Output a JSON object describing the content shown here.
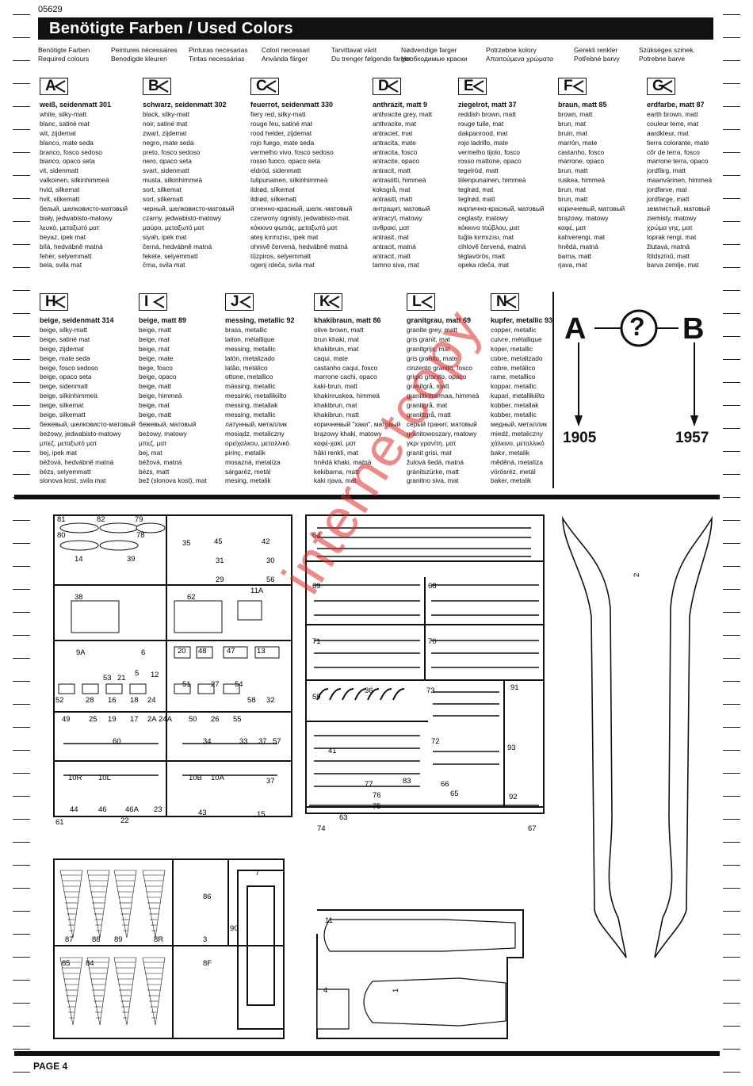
{
  "doc_code": "05629",
  "title": "Benötigte Farben / Used Colors",
  "page_label": "PAGE 4",
  "languages": [
    [
      "Benötigte Farben",
      "Required colours"
    ],
    [
      "Peintures nécessaires",
      "Benodigde kleuren"
    ],
    [
      "Pinturas necesarias",
      "Tintas necessárias"
    ],
    [
      "Colori necessari",
      "Använda färger"
    ],
    [
      "Tarvittavat värit",
      "Du trenger følgende farger"
    ],
    [
      "Nødvendige farger",
      "Необходимые краски"
    ],
    [
      "Potrzebne kolory",
      "Απαιτούμενα χρώματα"
    ],
    [
      "Gerekli renkler",
      "Potřebné barvy"
    ],
    [
      "Szükséges színek.",
      "Potrebne barve"
    ]
  ],
  "colors_row1": [
    {
      "letter": "A",
      "main": "weiß, seidenmatt 301",
      "lines": [
        "white, silky-matt",
        "blanc, satiné mat",
        "wit, zijdemat",
        "blanco, mate seda",
        "branco, fosco sedoso",
        "bianco, opaco seta",
        "vit, sidenmatt",
        "valkoinen, silkinhimmeä",
        "hvid, silkemat",
        "hvit, silkematt",
        "белый, шелковисто-матовый",
        "biały, jedwabisto-matowy",
        "λευκό, μεταξωτό ματ",
        "beyaz, ipek mat",
        "bílá, hedvábně matná",
        "fehér, selyemmatt",
        "bela, svila mat"
      ]
    },
    {
      "letter": "B",
      "main": "schwarz, seidenmatt 302",
      "lines": [
        "black, silky-matt",
        "noir, satiné mat",
        "zwart, zijdemat",
        "negro, mate seda",
        "preto, fosco sedoso",
        "nero, opaco seta",
        "svart, sidenmatt",
        "musta, silkinhimmeä",
        "sort, silkemat",
        "sort, silkematt",
        "черный, шелковисто-матовый",
        "czarny, jedwabisto-matowy",
        "μαύρο, μεταξωτό ματ",
        "siyah, ipek mat",
        "černá, hedvábně matná",
        "fekete, selyemmatt",
        "črna, svila mat"
      ]
    },
    {
      "letter": "C",
      "main": "feuerrot, seidenmatt 330",
      "lines": [
        "fiery red, silky-matt",
        "rouge feu, satiné mat",
        "rood helder, zijdemat",
        "rojo fuego, mate seda",
        "vermelho vivo, fosco sedoso",
        "rosso fuoco, opaco seta",
        "eldröd, sidenmatt",
        "tulipunainen, silkinhimmeä",
        "ildrød, silkemat",
        "ildrød, silkematt",
        "огненно-красный, шелк.-матовый",
        "czerwony ognisty, jedwabisto-mat.",
        "κόκκινο φωτιάς, μεταξωτό ματ",
        "ateş kırmızısı, ipek mat",
        "ohnivě červená, hedvábně matná",
        "tűzpiros, selyemmatt",
        "ogenj rdeča, svila mat"
      ]
    },
    {
      "letter": "D",
      "main": "anthrazit, matt 9",
      "lines": [
        "anthracite grey, matt",
        "anthracite, mat",
        "antraciet, mat",
        "antracita, mate",
        "antracita, fosco",
        "antracite, opaco",
        "antracit, matt",
        "antrasiitti, himmeä",
        "koksgrå, mat",
        "antrasitt, matt",
        "антрацит, матовый",
        "antracyt, matowy",
        "ανθρακί, ματ",
        "antrasit, mat",
        "antracit, matná",
        "antracit, matt",
        "tamno siva, mat"
      ]
    },
    {
      "letter": "E",
      "main": "ziegelrot, matt 37",
      "lines": [
        "reddish brown, matt",
        "rouge tuile, mat",
        "dakpanrood, mat",
        "rojo ladrillo, mate",
        "vermelho tijolo, fosco",
        "rosso mattone, opaco",
        "tegelröd, matt",
        "tiilenpunainen, himmeä",
        "teglrød, mat",
        "teglrød, matt",
        "кирпично-красный, матовый",
        "ceglasty, matowy",
        "κόκκινο τούβλου, ματ",
        "tuğla kırmızısı, mat",
        "cihlově červená, matná",
        "téglavörös, matt",
        "opeka rdeča, mat"
      ]
    },
    {
      "letter": "F",
      "main": "braun, matt 85",
      "lines": [
        "brown, matt",
        "brun, mat",
        "bruin, mat",
        "marrón, mate",
        "castanho, fosco",
        "marrone, opaco",
        "brun, matt",
        "ruskea, himmeä",
        "brun, mat",
        "brun, matt",
        "коричневый, матовый",
        "brązowy, matowy",
        "καφέ, ματ",
        "kahverengi, mat",
        "hnědá, matná",
        "barna, matt",
        "rjava, mat"
      ]
    },
    {
      "letter": "G",
      "main": "erdfarbe, matt 87",
      "lines": [
        "earth brown, matt",
        "couleur terre, mat",
        "aardkleur, mat",
        "tierra colorante, mate",
        "côr de terra, fosco",
        "marrone terra, opaco",
        "jordfärg, matt",
        "maanvärinen, himmeä",
        "jordfarve, mat",
        "jordfarge, matt",
        "землистый, матовый",
        "ziemisty, matowy",
        "χρώμα γης, ματ",
        "toprak rengi, mat",
        "žlutavá, matná",
        "földszínű, matt",
        "barva zemlje, mat"
      ]
    }
  ],
  "colors_row2": [
    {
      "letter": "H",
      "main": "beige, seidenmatt 314",
      "lines": [
        "beige, silky-matt",
        "beige, satiné mat",
        "beige, zijdemat",
        "beige, mate seda",
        "beige, fosco sedoso",
        "beige, opaco seta",
        "beige, sidenmatt",
        "beige, silkinhimmeä",
        "beige, silkemat",
        "beige, silkematt",
        "бежевый, шелковисто-матовый",
        "beżowy, jedwabisto-matowy",
        "μπεζ, μεταξωτό ματ",
        "bej, ipek mat",
        "béžová, hedvábně matná",
        "bézs, selyemmatt",
        "slonova kost, svila mat"
      ]
    },
    {
      "letter": "I",
      "main": "beige, matt 89",
      "lines": [
        "beige, matt",
        "beige, mat",
        "beige, mat",
        "beige, mate",
        "bege, fosco",
        "beige, opaco",
        "beige, matt",
        "beige, himmeä",
        "beige, mat",
        "beige, matt",
        "бежевый, матовый",
        "beżowy, matowy",
        "μπεζ, ματ",
        "bej, mat",
        "béžová, matná",
        "bézs, matt",
        "bež (slonova kost), mat"
      ]
    },
    {
      "letter": "J",
      "main": "messing, metallic 92",
      "lines": [
        "brass, metallic",
        "laiton, métallique",
        "messing, metallic",
        "latón, metalizado",
        "latão, metálico",
        "ottone, metallico",
        "mässing, metallic",
        "messinki, metallikiilto",
        "messing, metallak",
        "messing, metallic",
        "латунный, металлик",
        "mosiądz, metaliczny",
        "ορείχαλκου, μεταλλικό",
        "pirinç, metalik",
        "mosazná, metalíza",
        "sárgaréz, metál",
        "mesing, metalik"
      ]
    },
    {
      "letter": "K",
      "main": "khakibraun, matt 86",
      "lines": [
        "olive brown, matt",
        "brun khaki, mat",
        "khakibruin, mat",
        "caqui, mate",
        "castanho caqui, fosco",
        "marrone cachi, opaco",
        "kaki-brun, matt",
        "khakinruskea, himmeä",
        "khakibrun, mat",
        "khakibrun, matt",
        "коричневый \"хаки\", матовый",
        "brązowy khaki, matowy",
        "καφέ-χακί, ματ",
        "hâki renkli, mat",
        "hnědá khaki, matná",
        "kekibarna, matt",
        "kaki rjava, mat"
      ]
    },
    {
      "letter": "L",
      "main": "granitgrau, matt 69",
      "lines": [
        "granite grey, matt",
        "gris granit, mat",
        "granitgrijs, mat",
        "gris granito, mate",
        "cinzento granito, fosco",
        "grigio granito, opaco",
        "granitgrå, matt",
        "graniitinharmaa, himmeä",
        "granitgrå, mat",
        "granittgrå, matt",
        "серый гранит, матовый",
        "granitowoszary, matowy",
        "γκρι γρανίτη, ματ",
        "granit grisi, mat",
        "žulová šedá, matná",
        "gránitszürke, matt",
        "granitno siva, mat"
      ]
    },
    {
      "letter": "N",
      "main": "kupfer, metallic 93",
      "lines": [
        "copper, metallic",
        "cuivre, métallique",
        "koper, metallic",
        "cobre, metalizado",
        "cobre, metálico",
        "rame, metallico",
        "koppar, metallic",
        "kupari, metallikiilto",
        "kobber, metallak",
        "kobber, metallic",
        "медный, металлик",
        "miedź, metaliczny",
        "χάλκινο, μεταλλικό",
        "bakır, metalik",
        "měděná, metalíza",
        "vörösréz, metál",
        "baker, metalik"
      ]
    }
  ],
  "diagram": {
    "from": "A",
    "to": "B",
    "question": "?",
    "year_left": "1905",
    "year_right": "1957"
  },
  "watermark": "internetcopy",
  "part_numbers": [
    "81",
    "82",
    "79",
    "80",
    "78",
    "14",
    "39",
    "35",
    "45",
    "42",
    "31",
    "30",
    "29",
    "56",
    "64",
    "69",
    "68",
    "38",
    "62",
    "11A",
    "71",
    "70",
    "9A",
    "6",
    "53",
    "21",
    "5",
    "12",
    "20",
    "48",
    "47",
    "13",
    "51",
    "27",
    "54",
    "52",
    "28",
    "16",
    "18",
    "24",
    "58",
    "32",
    "59",
    "36",
    "73",
    "91",
    "49",
    "25",
    "19",
    "17",
    "2A",
    "24A",
    "50",
    "26",
    "55",
    "60",
    "34",
    "33",
    "37",
    "57",
    "41",
    "72",
    "93",
    "10R",
    "10L",
    "10B",
    "10A",
    "37",
    "77",
    "83",
    "66",
    "76",
    "75",
    "65",
    "92",
    "44",
    "46",
    "46A",
    "23",
    "43",
    "15",
    "63",
    "61",
    "22",
    "74",
    "67",
    "7",
    "86",
    "90",
    "87",
    "88",
    "89",
    "8R",
    "3",
    "85",
    "84",
    "8F",
    "11",
    "4",
    "1",
    "2"
  ]
}
